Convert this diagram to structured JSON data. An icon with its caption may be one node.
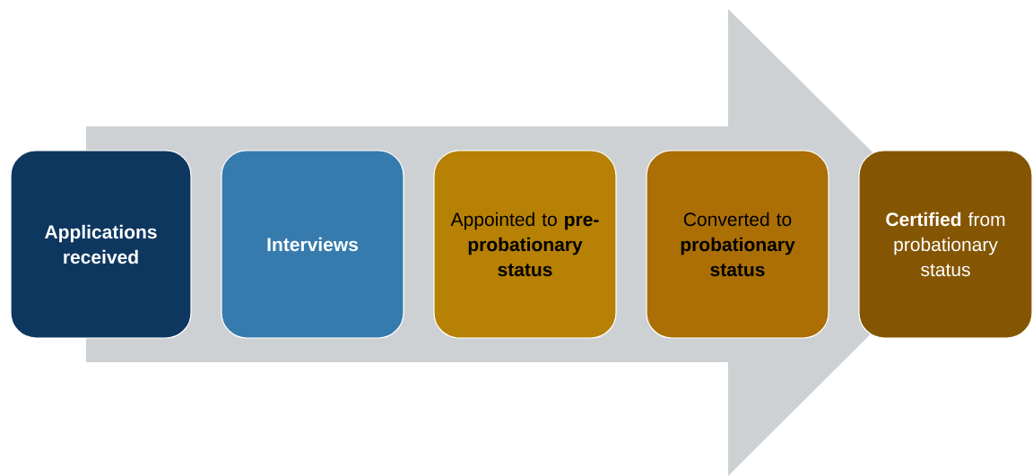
{
  "diagram": {
    "nodes": [
      {
        "text": [
          "Applications received"
        ]
      },
      {
        "text": [
          "Interviews"
        ]
      },
      {
        "text": [
          "Appointed to **pre-probationary status**"
        ]
      },
      {
        "text": [
          "Converted to **probationary status**"
        ]
      },
      {
        "text": [
          "**Certified** from probationary status"
        ]
      }
    ],
    "edges": [
      {
        "from": 0,
        "to": 4,
        "arrow": "to"
      }
    ]
  }
}
